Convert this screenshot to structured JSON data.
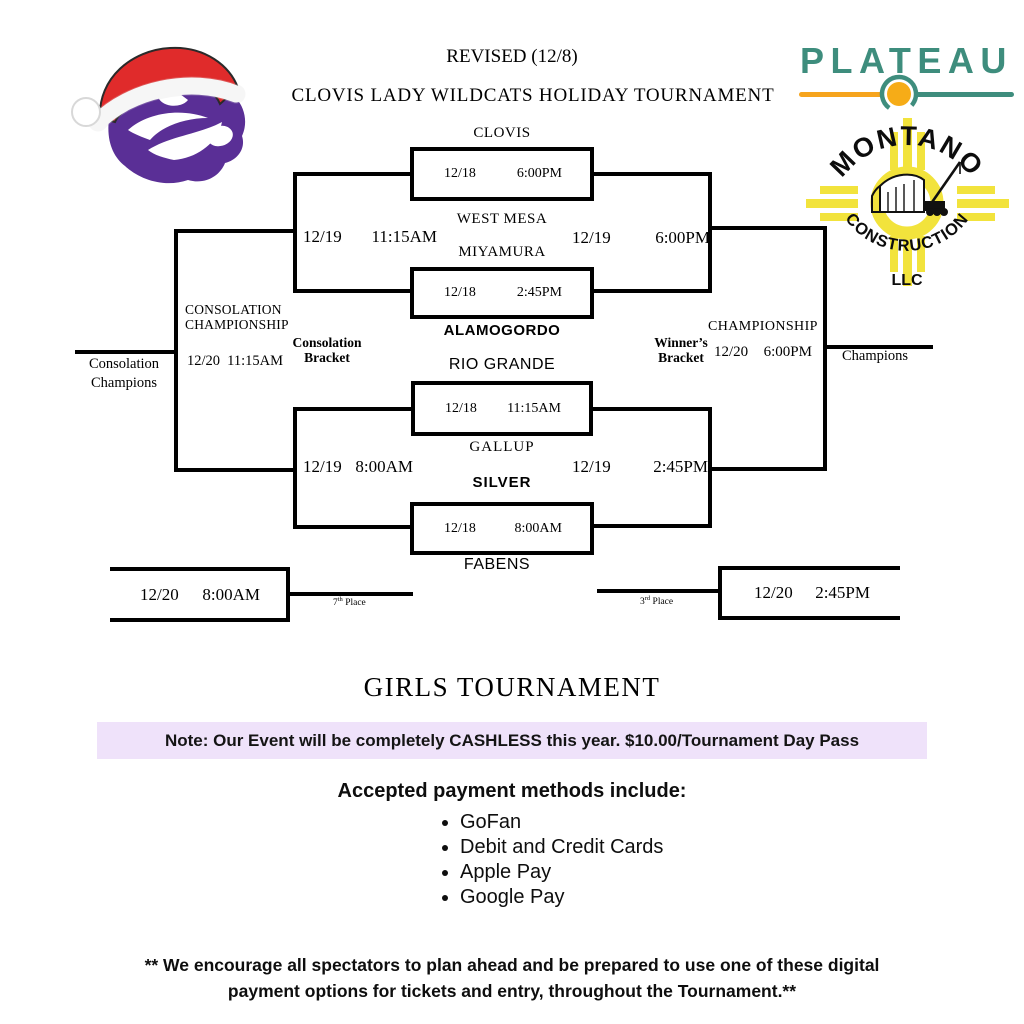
{
  "header": {
    "revised_label": "REVISED (12/8)",
    "title": "CLOVIS LADY WILDCATS HOLIDAY TOURNAMENT"
  },
  "logos": {
    "wildcat": "clovis-wildcat-with-santa-hat",
    "plateau_text": "PLATEAU",
    "montano_top": "MONTANO",
    "montano_middle": "CONSTRUCTION",
    "montano_bottom": "LLC"
  },
  "bracket": {
    "teams": {
      "clovis": "CLOVIS",
      "west_mesa": "WEST MESA",
      "miyamura": "MIYAMURA",
      "alamogordo": "ALAMOGORDO",
      "rio_grande": "RIO GRANDE",
      "gallup": "GALLUP",
      "silver": "SILVER",
      "fabens": "FABENS"
    },
    "games": {
      "game1": {
        "date": "12/18",
        "time": "6:00PM"
      },
      "game2": {
        "date": "12/18",
        "time": "2:45PM"
      },
      "game3": {
        "date": "12/18",
        "time": "11:15AM"
      },
      "game4": {
        "date": "12/18",
        "time": "8:00AM"
      },
      "semi_top_left": {
        "date": "12/19",
        "time": "11:15AM"
      },
      "semi_top_right": {
        "date": "12/19",
        "time": "6:00PM"
      },
      "semi_bottom_left": {
        "date": "12/19",
        "time": "8:00AM"
      },
      "semi_bottom_right": {
        "date": "12/19",
        "time": "2:45PM"
      },
      "consolation_final": {
        "date": "12/20",
        "time": "11:15AM"
      },
      "championship_final": {
        "date": "12/20",
        "time": "6:00PM"
      },
      "seventh_place_game": {
        "date": "12/20",
        "time": "8:00AM"
      },
      "third_place_game": {
        "date": "12/20",
        "time": "2:45PM"
      }
    },
    "labels": {
      "consolation_championship_line1": "CONSOLATION",
      "consolation_championship_line2": "CHAMPIONSHIP",
      "consolation_bracket_line1": "Consolation",
      "consolation_bracket_line2": "Bracket",
      "winners_bracket_line1": "Winner’s",
      "winners_bracket_line2": "Bracket",
      "championship": "CHAMPIONSHIP",
      "champions": "Champions",
      "consolation_champions_line1": "Consolation",
      "consolation_champions_line2": "Champions",
      "seventh_place": {
        "num": "7",
        "sup": "th",
        "rest": " Place"
      },
      "third_place": {
        "num": "3",
        "sup": "rd",
        "rest": " Place"
      }
    }
  },
  "footer": {
    "section_title": "GIRLS TOURNAMENT",
    "note": "Note: Our Event will be completely CASHLESS this year. $10.00/Tournament Day Pass",
    "payments_heading": "Accepted payment methods include:",
    "payment_methods": [
      "GoFan",
      "Debit and Credit Cards",
      "Apple Pay",
      "Google Pay"
    ],
    "disclaimer_line1": "** We encourage all spectators to plan ahead and be prepared to use one of these digital",
    "disclaimer_line2": "payment options for tickets and entry, throughout the Tournament.**"
  },
  "colors": {
    "wildcat_purple": "#5a2f96",
    "santa_red": "#e02b2b",
    "plateau_teal": "#3e8d7d",
    "plateau_orange": "#f6a41d",
    "zia_yellow": "#f2e33c",
    "note_background": "#efe2fa"
  }
}
